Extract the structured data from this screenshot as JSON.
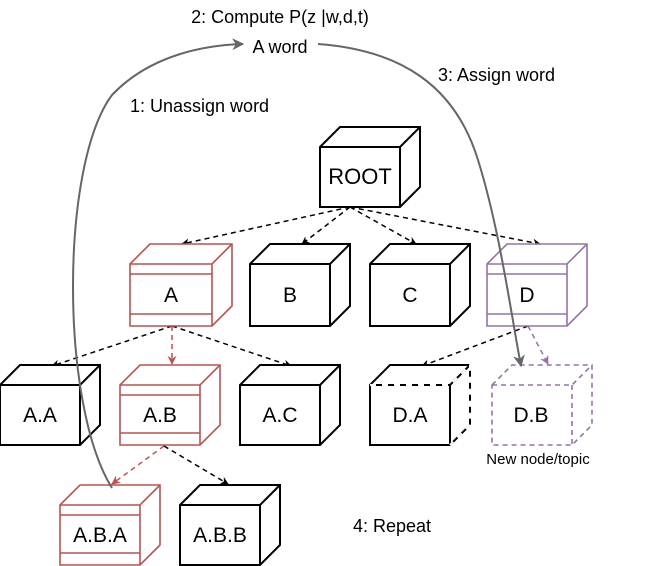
{
  "annotations": {
    "compute": "2: Compute P(z |w,d,t)",
    "word": "A word",
    "unassign": "1: Unassign word",
    "assign": "3: Assign word",
    "repeat": "4: Repeat",
    "new_node": "New node/topic"
  },
  "nodes": {
    "root": "ROOT",
    "a": "A",
    "b": "B",
    "c": "C",
    "d": "D",
    "aa": "A.A",
    "ab": "A.B",
    "ac": "A.C",
    "da": "D.A",
    "db": "D.B",
    "aba": "A.B.A",
    "abb": "A.B.B"
  },
  "colors": {
    "default": "#000000",
    "path_red": "#b85450",
    "new_purple": "#9673a6",
    "process_gray": "#666666"
  }
}
